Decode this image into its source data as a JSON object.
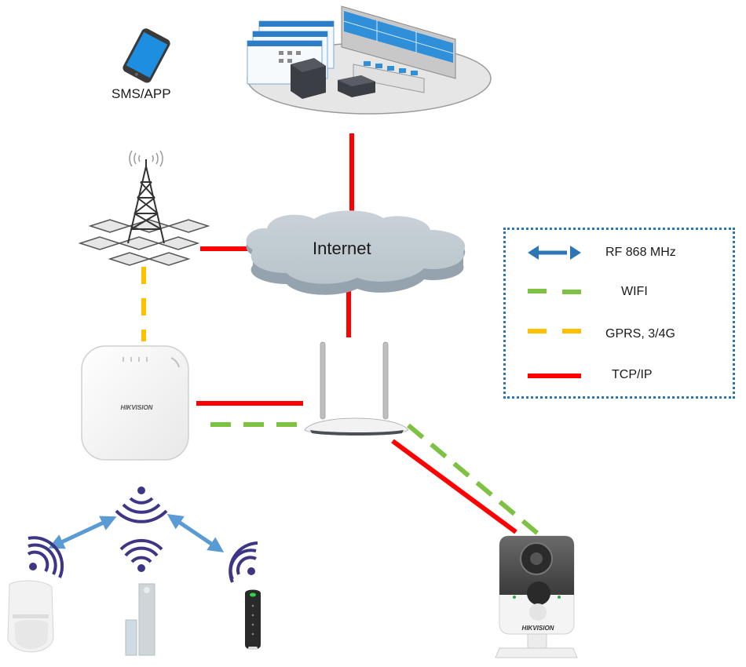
{
  "diagram": {
    "title": "Hikvision wireless alarm system network topology",
    "nodes": {
      "phone": {
        "label": "SMS/APP",
        "icon": "smartphone-icon"
      },
      "control_center": {
        "label": "",
        "icon": "monitoring-center-icon"
      },
      "cell_tower": {
        "label": "",
        "icon": "cell-tower-icon"
      },
      "internet": {
        "label": "Internet",
        "icon": "cloud-icon"
      },
      "router": {
        "label": "",
        "icon": "wifi-router-icon"
      },
      "control_panel": {
        "label": "",
        "brand": "HIKVISION",
        "icon": "alarm-hub-icon"
      },
      "ip_camera": {
        "label": "",
        "brand": "HIKVISION",
        "icon": "ip-camera-icon"
      },
      "pir_detector": {
        "label": "",
        "icon": "motion-detector-icon"
      },
      "door_contact": {
        "label": "",
        "icon": "door-contact-icon"
      },
      "key_fob": {
        "label": "",
        "icon": "key-fob-icon"
      }
    },
    "connections": [
      {
        "from": "control_center",
        "to": "internet",
        "type": "TCP/IP"
      },
      {
        "from": "cell_tower",
        "to": "internet",
        "type": "TCP/IP"
      },
      {
        "from": "internet",
        "to": "router",
        "type": "TCP/IP"
      },
      {
        "from": "cell_tower",
        "to": "control_panel",
        "type": "GPRS, 3/4G"
      },
      {
        "from": "control_panel",
        "to": "router",
        "type": "TCP/IP"
      },
      {
        "from": "control_panel",
        "to": "router",
        "type": "WIFI"
      },
      {
        "from": "router",
        "to": "ip_camera",
        "type": "TCP/IP"
      },
      {
        "from": "router",
        "to": "ip_camera",
        "type": "WIFI"
      },
      {
        "from": "control_panel",
        "to": "pir_detector",
        "type": "RF 868 MHz"
      },
      {
        "from": "control_panel",
        "to": "key_fob",
        "type": "RF 868 MHz"
      }
    ]
  },
  "legend": {
    "items": [
      {
        "label": "RF 868 MHz",
        "style": "double-arrow",
        "color": "#2e75b6"
      },
      {
        "label": "WIFI",
        "style": "dashed",
        "color": "#7dc242"
      },
      {
        "label": "GPRS, 3/4G",
        "style": "dashed",
        "color": "#ffc000"
      },
      {
        "label": "TCP/IP",
        "style": "solid",
        "color": "#ff0000"
      }
    ],
    "border_color": "#2e75b6"
  },
  "colors": {
    "tcpip": "#ff0000",
    "wifi": "#7dc242",
    "gprs": "#ffc000",
    "rf": "#5b9bd5",
    "wave": "#3d3585"
  }
}
